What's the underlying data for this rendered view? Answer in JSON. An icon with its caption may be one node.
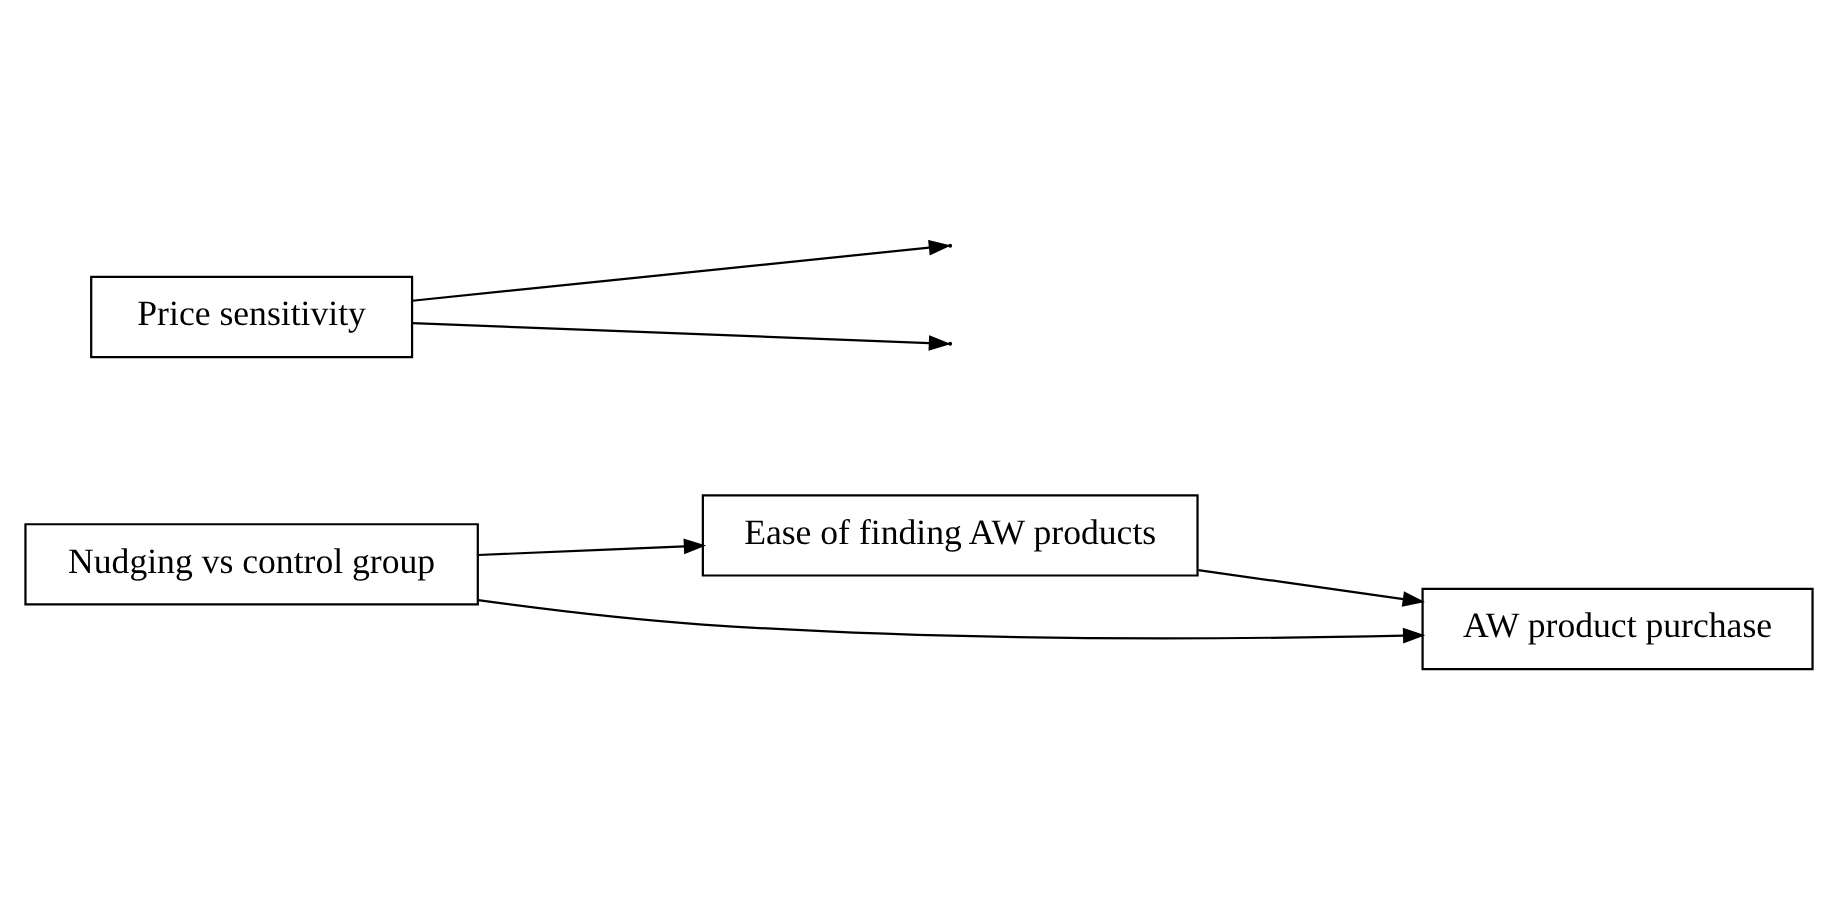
{
  "diagram": {
    "nodes": [
      {
        "text": [
          "Ease of finding AW products"
        ]
      },
      {
        "text": [
          "Nudging vs control group"
        ]
      },
      {
        "text": [
          "AW product purchase"
        ]
      },
      {
        "text": [
          "Price sensitivity"
        ]
      }
    ],
    "edges": [
      {
        "from": 1,
        "to": 0,
        "arrow": "to"
      },
      {
        "from": 0,
        "to": 2,
        "arrow": "to"
      },
      {
        "from": 1,
        "to": 2,
        "arrow": "to"
      },
      {
        "from": 3,
        "to": null,
        "arrow": "to"
      },
      {
        "from": 3,
        "to": null,
        "arrow": "to"
      }
    ]
  }
}
